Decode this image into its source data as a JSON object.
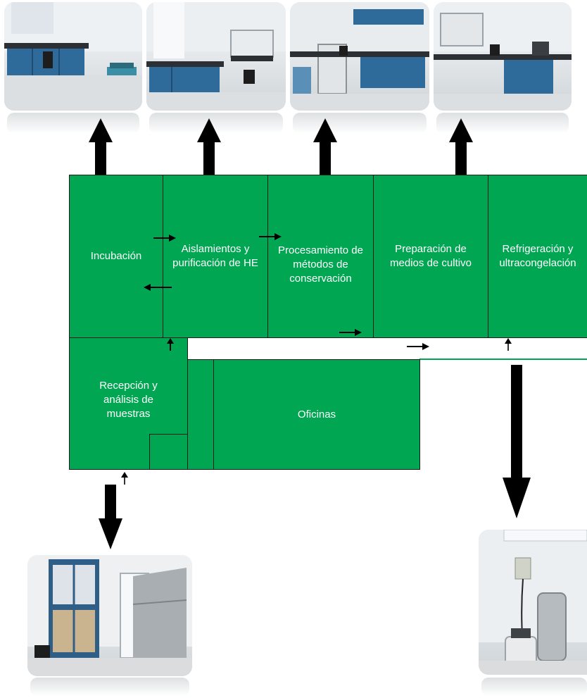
{
  "rooms": {
    "incubacion": "Incubación",
    "aislamientos": "Aislamientos y\npurificación de HE",
    "procesamiento": "Procesamiento de\nmétodos de\nconservación",
    "preparacion": "Preparación de\nmedios de cultivo",
    "refrigeracion": "Refrigeración y\nultracongelación",
    "recepcion": "Recepción y\nanálisis de\nmuestras",
    "oficinas": "Oficinas"
  },
  "colors": {
    "room_fill": "#00a651",
    "wall": "#1a1a1a",
    "arrow": "#000000"
  },
  "photos": [
    {
      "name": "incubation-room-photo"
    },
    {
      "name": "isolation-room-photo"
    },
    {
      "name": "processing-room-photo"
    },
    {
      "name": "media-prep-room-photo"
    },
    {
      "name": "reception-room-photo"
    },
    {
      "name": "cold-storage-room-photo"
    }
  ]
}
